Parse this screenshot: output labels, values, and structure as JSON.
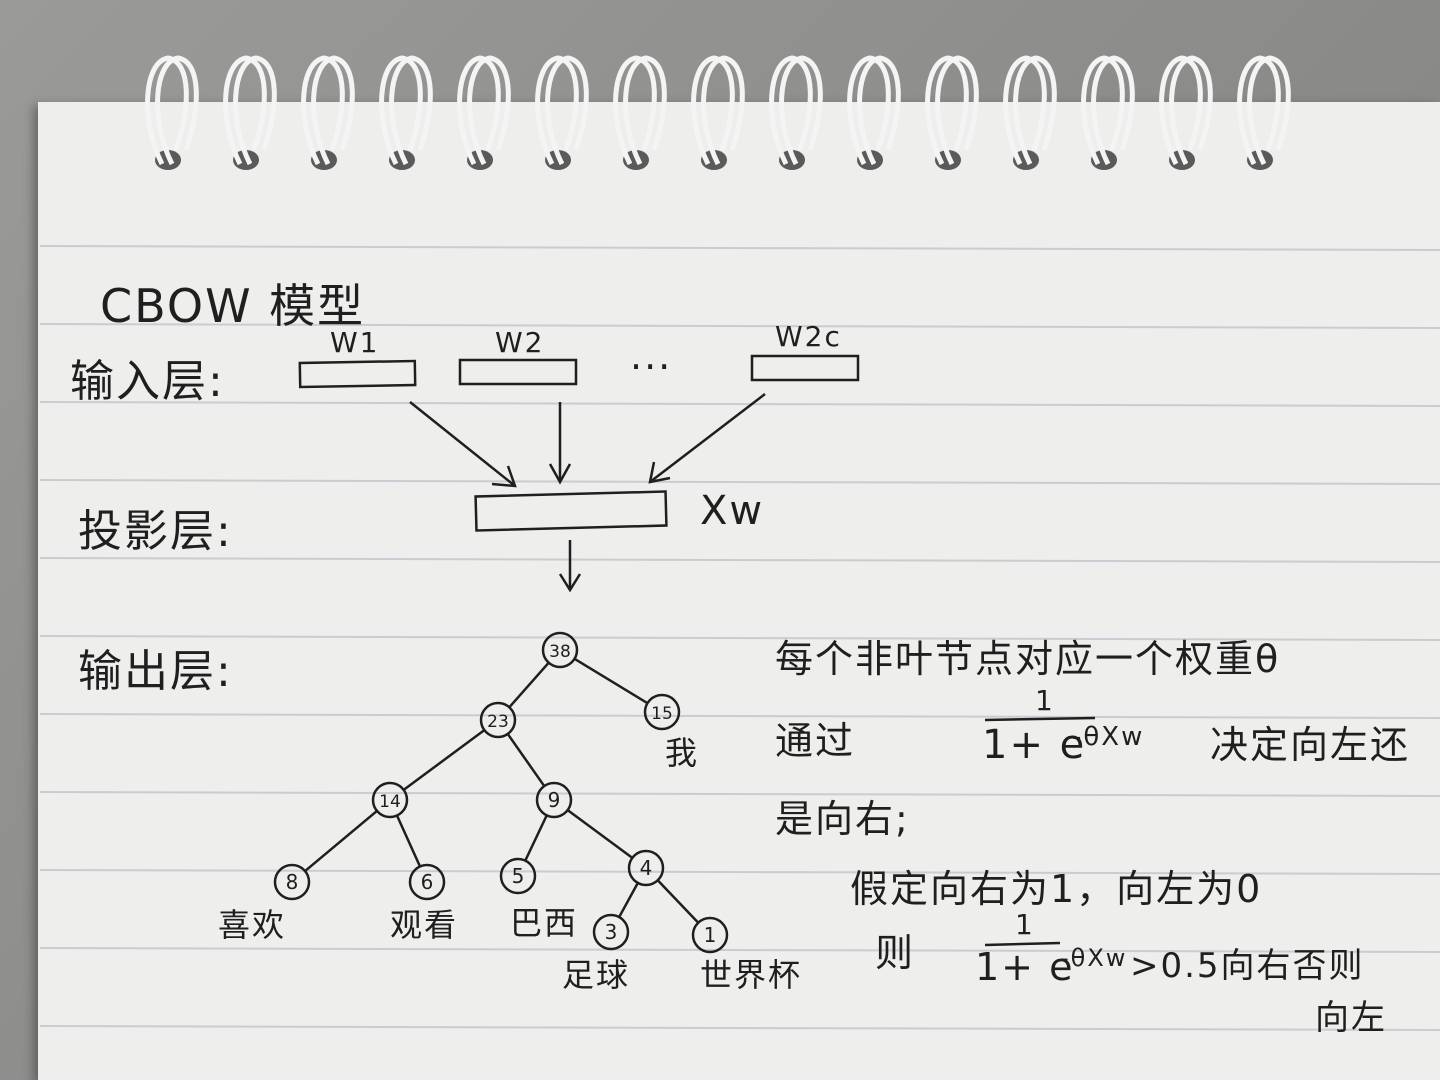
{
  "title": "CBOW 模型",
  "layers": {
    "input": "输入层:",
    "projection": "投影层:",
    "output": "输出层:"
  },
  "input_vectors": [
    "W1",
    "W2",
    "W2c"
  ],
  "ellipsis": "···",
  "projection_vector": "Xw",
  "tree": {
    "nodes": [
      {
        "id": "n38",
        "value": "38",
        "label": ""
      },
      {
        "id": "n23",
        "value": "23",
        "label": ""
      },
      {
        "id": "n15",
        "value": "15",
        "label": "我"
      },
      {
        "id": "n14",
        "value": "14",
        "label": ""
      },
      {
        "id": "n9",
        "value": "9",
        "label": ""
      },
      {
        "id": "n8",
        "value": "8",
        "label": "喜欢"
      },
      {
        "id": "n6",
        "value": "6",
        "label": "观看"
      },
      {
        "id": "n5",
        "value": "5",
        "label": "巴西"
      },
      {
        "id": "n4",
        "value": "4",
        "label": ""
      },
      {
        "id": "n3",
        "value": "3",
        "label": "足球"
      },
      {
        "id": "n1",
        "value": "1",
        "label": "世界杯"
      }
    ],
    "edges": [
      [
        "n38",
        "n23"
      ],
      [
        "n38",
        "n15"
      ],
      [
        "n23",
        "n14"
      ],
      [
        "n23",
        "n9"
      ],
      [
        "n14",
        "n8"
      ],
      [
        "n14",
        "n6"
      ],
      [
        "n9",
        "n5"
      ],
      [
        "n9",
        "n4"
      ],
      [
        "n4",
        "n3"
      ],
      [
        "n4",
        "n1"
      ]
    ]
  },
  "notes": {
    "line1": "每个非叶节点对应一个权重θ",
    "line2_prefix": "通过",
    "formula1_num": "1",
    "formula1_den": "1+ e",
    "formula1_exp": "-θXw",
    "line2_suffix": "决定向左还",
    "line3": "是向右;",
    "line4": "假定向右为1，向左为0",
    "line5_prefix": "则",
    "formula2_num": "1",
    "formula2_den": "1+ e",
    "formula2_exp": "-θXw",
    "line5_suffix": ">0.5向右否则",
    "line6": "向左"
  },
  "colors": {
    "paper": "#eeeeec",
    "ink": "#1f1f1f",
    "rule": "#c9ccd0",
    "ring": "#f4f4f4"
  }
}
